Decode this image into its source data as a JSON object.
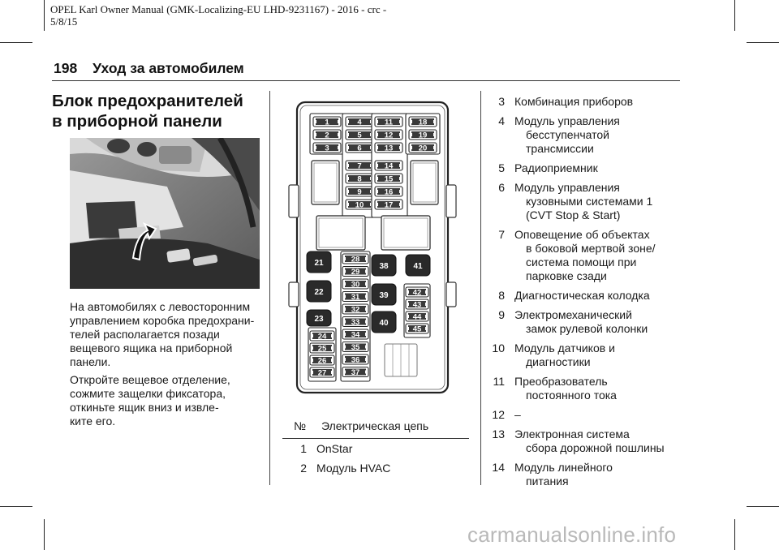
{
  "header": {
    "meta_line1": "OPEL Karl Owner Manual (GMK-Localizing-EU LHD-9231167) - 2016 - crc -",
    "meta_line2": "5/8/15",
    "page_number": "198",
    "chapter": "Уход за автомобилем"
  },
  "section": {
    "title_line1": "Блок предохранителей",
    "title_line2": "в приборной панели"
  },
  "body": {
    "para1": [
      "На автомобилях с левосторонним",
      "управлением коробка предохрани-",
      "телей располагается позади",
      "вещевого ящика на приборной",
      "панели."
    ],
    "para2": [
      "Откройте вещевое отделение,",
      "сожмите защелки фиксатора,",
      "откиньте ящик вниз и извле-",
      "ките его."
    ]
  },
  "fusebox": {
    "fuses_col1": [
      "1",
      "2",
      "3"
    ],
    "fuses_col2": [
      "4",
      "5",
      "6",
      "7",
      "8",
      "9",
      "10"
    ],
    "fuses_col3": [
      "11",
      "12",
      "13",
      "14",
      "15",
      "16",
      "17"
    ],
    "fuses_col4": [
      "18",
      "19",
      "20"
    ],
    "relays_left": [
      "21",
      "22",
      "23"
    ],
    "fuses_lower_left": [
      "24",
      "25",
      "26",
      "27"
    ],
    "fuses_lower_mid": [
      "28",
      "29",
      "30",
      "31",
      "32",
      "33",
      "34",
      "35",
      "36",
      "37"
    ],
    "relays_mid": [
      "38",
      "39",
      "40"
    ],
    "relay_right": "41",
    "fuses_lower_right": [
      "42",
      "43",
      "44",
      "45"
    ]
  },
  "table": {
    "col_no": "№",
    "col_circuit": "Электрическая цепь",
    "rows": [
      {
        "no": "1",
        "lines": [
          "OnStar"
        ]
      },
      {
        "no": "2",
        "lines": [
          "Модуль HVAC"
        ]
      },
      {
        "no": "3",
        "lines": [
          "Комбинация приборов"
        ]
      },
      {
        "no": "4",
        "lines": [
          "Модуль управления",
          "бесступенчатой",
          "трансмиссии"
        ]
      },
      {
        "no": "5",
        "lines": [
          "Радиоприемник"
        ]
      },
      {
        "no": "6",
        "lines": [
          "Модуль управления",
          "кузовными системами 1",
          "(CVT Stop & Start)"
        ]
      },
      {
        "no": "7",
        "lines": [
          "Оповещение об объектах",
          "в боковой мертвой зоне/",
          "система помощи при",
          "парковке сзади"
        ]
      },
      {
        "no": "8",
        "lines": [
          "Диагностическая колодка"
        ]
      },
      {
        "no": "9",
        "lines": [
          "Электромеханический",
          "замок рулевой колонки"
        ]
      },
      {
        "no": "10",
        "lines": [
          "Модуль датчиков и",
          "диагностики"
        ]
      },
      {
        "no": "11",
        "lines": [
          "Преобразователь",
          "постоянного тока"
        ]
      },
      {
        "no": "12",
        "lines": [
          "–"
        ]
      },
      {
        "no": "13",
        "lines": [
          "Электронная система",
          "сбора дорожной пошлины"
        ]
      },
      {
        "no": "14",
        "lines": [
          "Модуль линейного",
          "питания"
        ]
      }
    ]
  },
  "footer": {
    "watermark": "carmanualsonline.info"
  }
}
